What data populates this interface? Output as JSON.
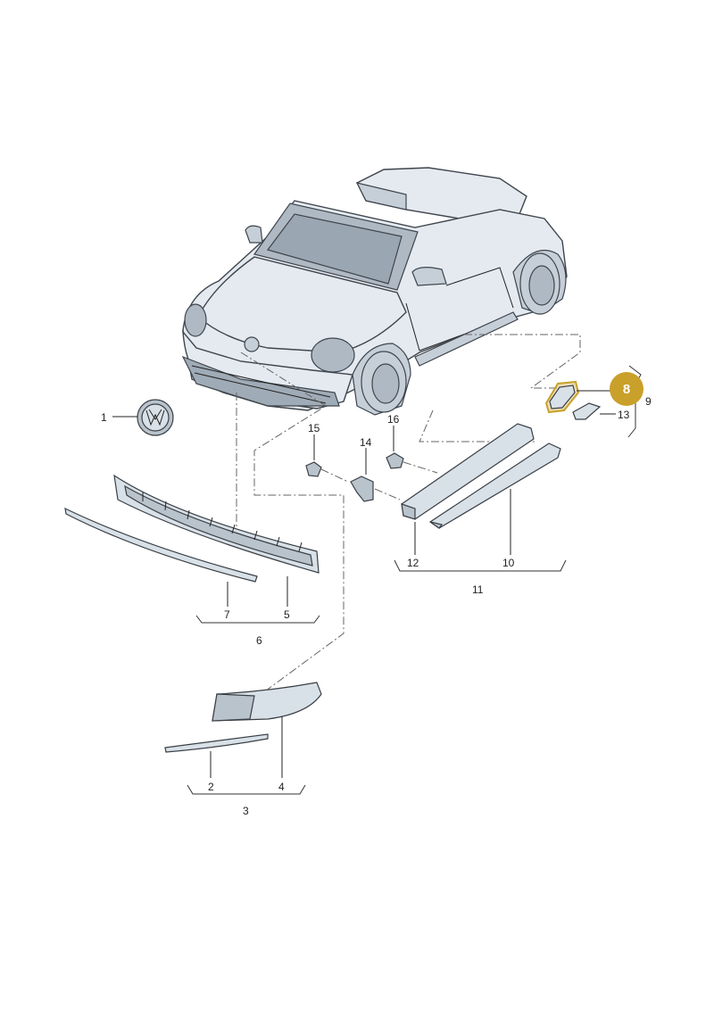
{
  "diagram": {
    "labels": {
      "p1": "1",
      "p2": "2",
      "p3": "3",
      "p4": "4",
      "p5": "5",
      "p6": "6",
      "p7": "7",
      "p8": "8",
      "p9": "9",
      "p10": "10",
      "p11": "11",
      "p12": "12",
      "p13": "13",
      "p14": "14",
      "p15": "15",
      "p16": "16"
    },
    "highlight": {
      "part": "8",
      "color": "#c9a02a"
    },
    "colors": {
      "outline": "#3f454c",
      "fill": "#e4eaf0",
      "leader": "#222222"
    }
  }
}
